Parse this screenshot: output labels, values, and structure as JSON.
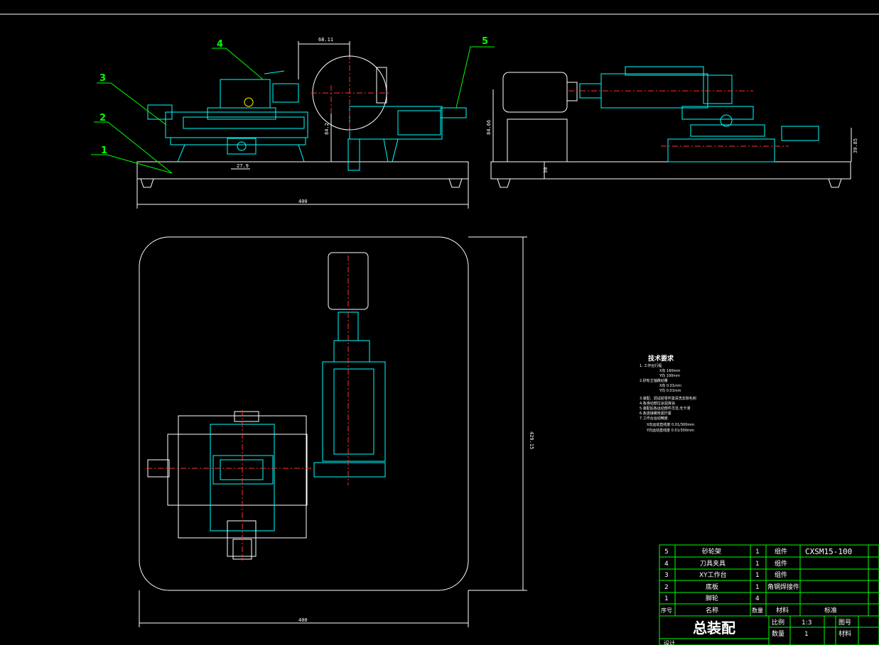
{
  "colors": {
    "background": "#000000",
    "outline": "#ffffff",
    "part": "#00ffff",
    "center": "#ff3030",
    "leader": "#00ff00",
    "dimension": "#ffffff"
  },
  "callouts": [
    "1",
    "2",
    "3",
    "4",
    "5"
  ],
  "dimensions": {
    "front_top": "68.11",
    "front_height": "84.2",
    "front_slot": "27.9",
    "front_width": "400",
    "side_height": "84.66",
    "side_base": "30",
    "side_right": "39.85",
    "plan_height": "429.15",
    "plan_width": "400"
  },
  "technical_requirements": {
    "title": "技术要求",
    "lines": [
      "1. 工作台行程",
      "X向  160mm",
      "Y向  100mm",
      "2.砂轮主轴跳动量",
      "X向  0.01mm",
      "Y向  0.01mm",
      "3.装配、调试前零件需清洗去除毛刺",
      "4.各滑动部位涂润滑油",
      "5.装配后各运动部件灵活,无卡滞",
      "6.各连接螺栓需拧紧",
      "7.工作台运动精度",
      "X向运动直线度 0.01/300mm",
      "Y向运动直线度 0.01/300mm"
    ]
  },
  "title_block": {
    "parts": [
      {
        "no": "5",
        "name": "砂轮架",
        "qty": "1",
        "material": "组件",
        "note": "CXSM15-100"
      },
      {
        "no": "4",
        "name": "刀具夹具",
        "qty": "1",
        "material": "组件",
        "note": ""
      },
      {
        "no": "3",
        "name": "XY工作台",
        "qty": "1",
        "material": "组件",
        "note": ""
      },
      {
        "no": "2",
        "name": "底板",
        "qty": "1",
        "material": "角钢焊接件",
        "note": ""
      },
      {
        "no": "1",
        "name": "脚轮",
        "qty": "4",
        "material": "",
        "note": ""
      }
    ],
    "header": {
      "no": "序号",
      "name": "名称",
      "qty": "数量",
      "material": "材料",
      "note": "标准"
    },
    "drawing_title": "总装配",
    "scale_label": "比例",
    "scale_value": "1:3",
    "drawing_no_label": "图号",
    "quantity_label": "数量",
    "quantity_value": "1",
    "material_label": "材料",
    "designer_label": "设计"
  }
}
